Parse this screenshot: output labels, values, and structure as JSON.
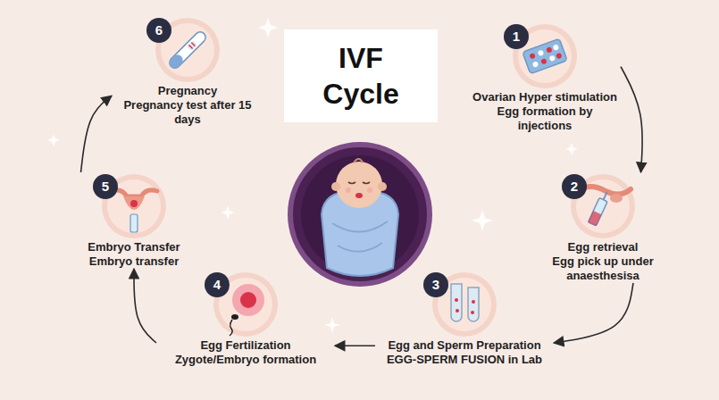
{
  "diagram": {
    "title": "IVF Cycle",
    "nodes": [
      {
        "text": [
          "Ovarian Hyper stimulation",
          "Egg formation by injections"
        ]
      },
      {
        "text": [
          "Egg retrieval",
          "Egg pick up under anaesthesisa"
        ]
      },
      {
        "text": [
          "Egg and Sperm Preparation",
          "EGG-SPERM FUSION in Lab"
        ]
      },
      {
        "text": [
          "Egg Fertilization",
          "Zygote/Embryo formation"
        ]
      },
      {
        "text": [
          "Embryo Transfer",
          "Embryo transfer"
        ]
      },
      {
        "text": [
          "Pregnancy",
          "Pregnancy test after 15 days"
        ]
      }
    ],
    "edges": [
      {
        "from": 0,
        "to": 1,
        "arrow": "to"
      },
      {
        "from": 1,
        "to": 2,
        "arrow": "to"
      },
      {
        "from": 2,
        "to": 3,
        "arrow": "to"
      },
      {
        "from": 3,
        "to": 4,
        "arrow": "to"
      },
      {
        "from": 4,
        "to": 5,
        "arrow": "to"
      }
    ],
    "labels": [
      "1",
      "2",
      "3",
      "4",
      "5",
      "6"
    ]
  }
}
